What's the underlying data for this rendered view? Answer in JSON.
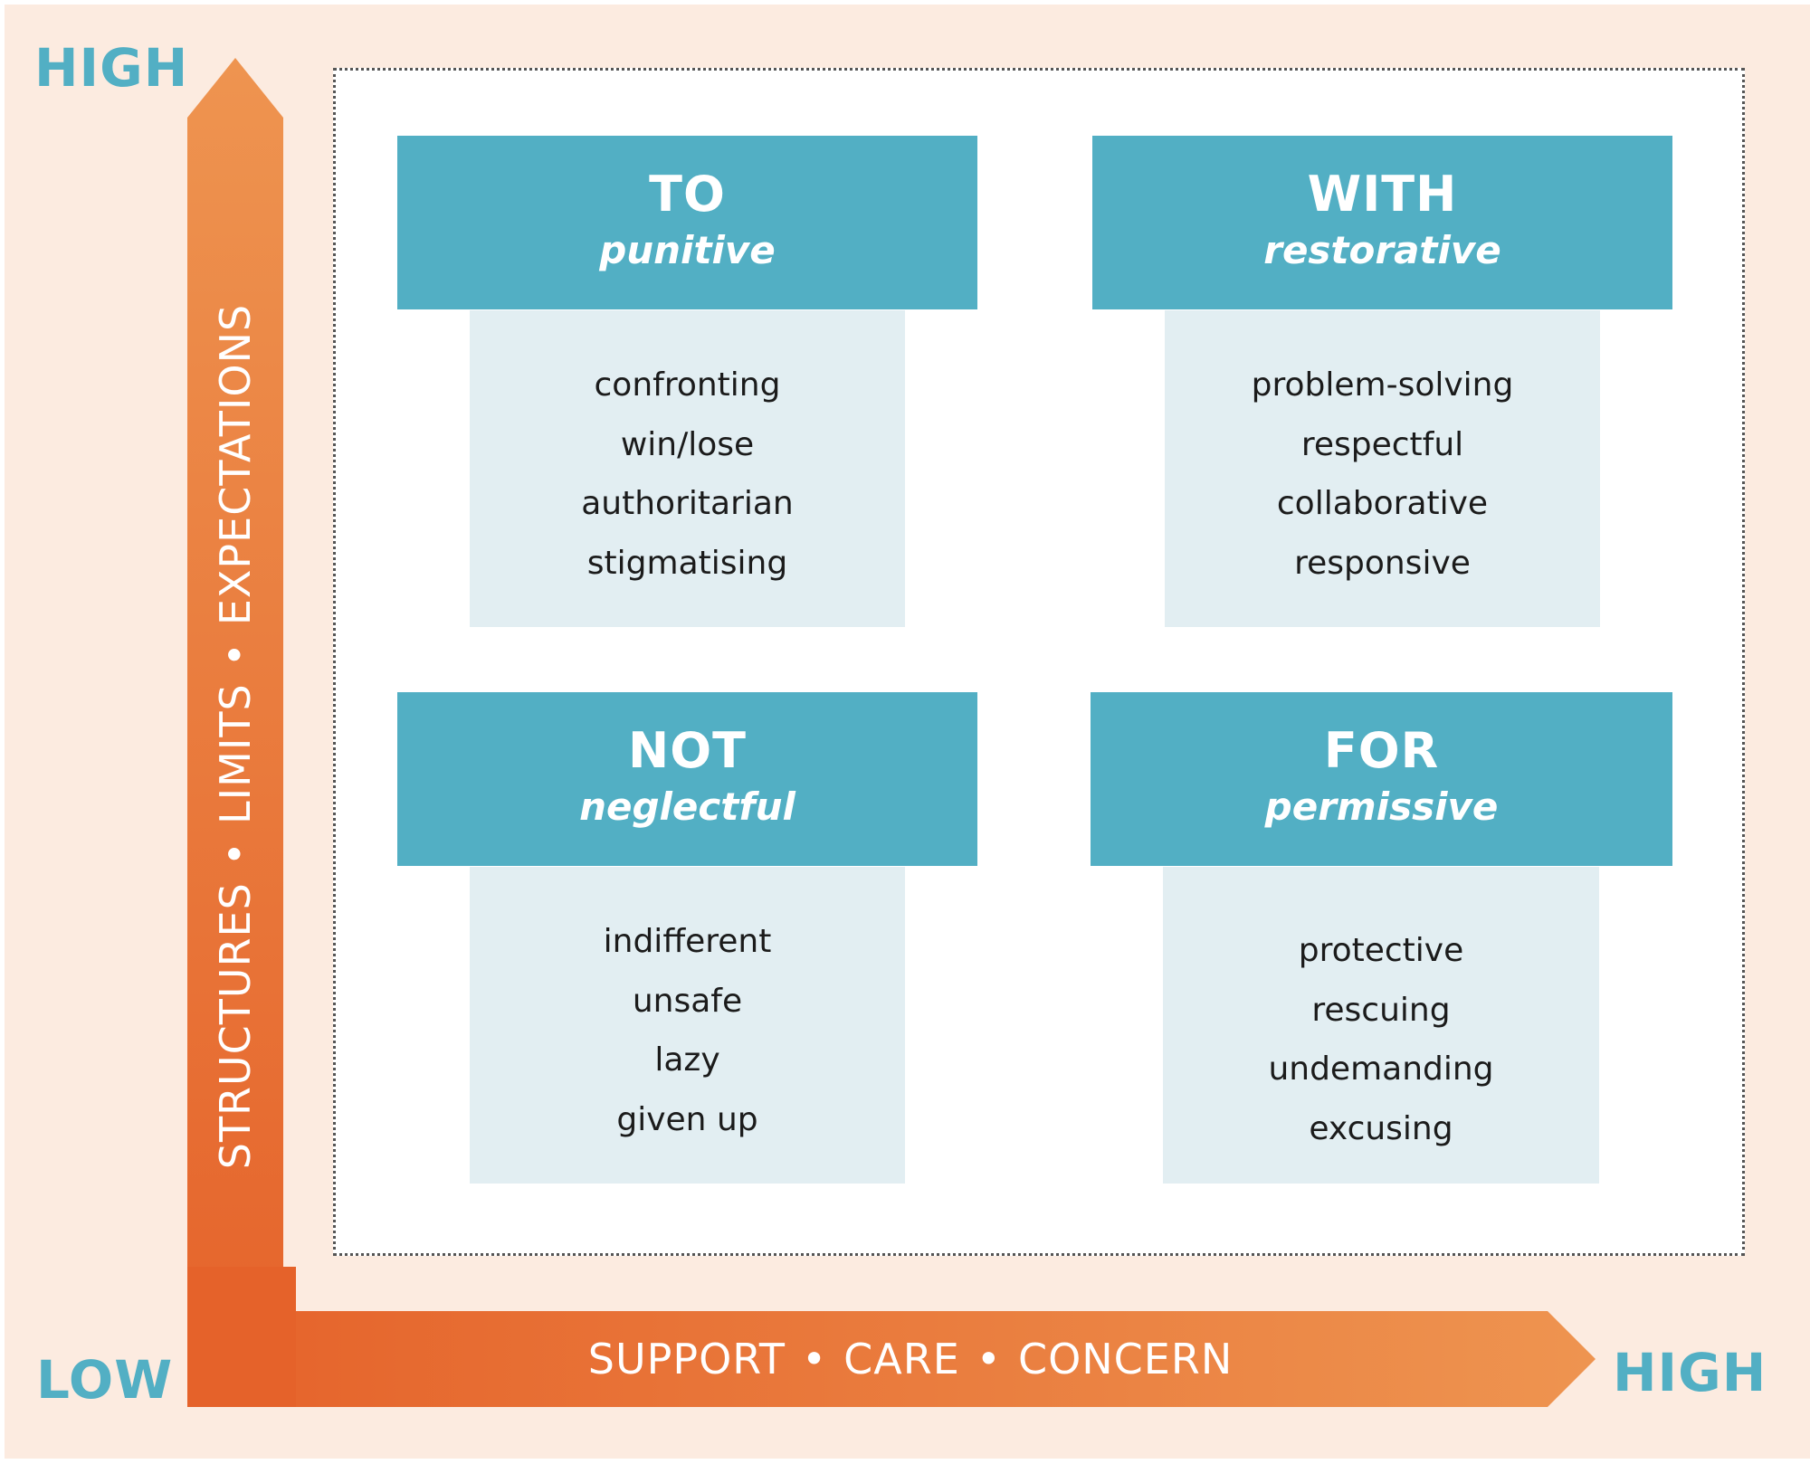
{
  "axes": {
    "y_high_label": "HIGH",
    "origin_low_label": "LOW",
    "x_high_label": "HIGH",
    "y_axis_terms": [
      "STRUCTURES",
      "LIMITS",
      "EXPECTATIONS"
    ],
    "x_axis_terms": [
      "SUPPORT",
      "CARE",
      "CONCERN"
    ],
    "separator": "•"
  },
  "quadrants": {
    "top_left": {
      "title": "TO",
      "subtitle": "punitive",
      "items": [
        "confronting",
        "win/lose",
        "authoritarian",
        "stigmatising"
      ]
    },
    "top_right": {
      "title": "WITH",
      "subtitle": "restorative",
      "items": [
        "problem-solving",
        "respectful",
        "collaborative",
        "responsive"
      ]
    },
    "bottom_left": {
      "title": "NOT",
      "subtitle": "neglectful",
      "items": [
        "indifferent",
        "unsafe",
        "lazy",
        "given up"
      ]
    },
    "bottom_right": {
      "title": "FOR",
      "subtitle": "permissive",
      "items": [
        "protective",
        "rescuing",
        "undemanding",
        "excusing"
      ]
    }
  },
  "colors": {
    "background": "#FCEBE0",
    "accent_teal": "#52AFC4",
    "card_body": "#E2EEF2",
    "arrow_dark": "#E5622A",
    "arrow_light": "#EE9450",
    "body_text": "#1b1b1b"
  }
}
